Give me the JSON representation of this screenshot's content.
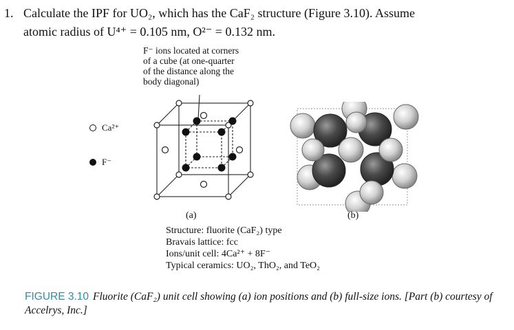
{
  "problem": {
    "number": "1.",
    "line1": "Calculate the IPF for UO₂, which has the CaF₂ structure (Figure 3.10). Assume",
    "line2": "atomic radius of U⁴⁺ = 0.105 nm, O²⁻ = 0.132 nm."
  },
  "figure": {
    "annotation": [
      "F⁻ ions located at corners",
      "of a cube (at one-quarter",
      "of the distance along the",
      "body diagonal)"
    ],
    "legend": {
      "ca": "Ca²⁺",
      "f": "F⁻"
    },
    "label_a": "(a)",
    "label_b": "(b)",
    "structure_lines": [
      "Structure: fluorite (CaF₂) type",
      "Bravais lattice: fcc",
      "Ions/unit cell: 4Ca²⁺ + 8F⁻",
      "Typical ceramics: UO₂, ThO₂, and TeO₂"
    ],
    "caption_label": "FIGURE 3.10",
    "caption_text": "Fluorite (CaF₂) unit cell showing (a) ion positions and (b) full-size ions. [Part (b) courtesy of Accelrys, Inc.]",
    "colors": {
      "caption_label": "#2c8fa8",
      "ion_dark": "#4a4a4a",
      "ion_light": "#cfcfcf"
    }
  }
}
